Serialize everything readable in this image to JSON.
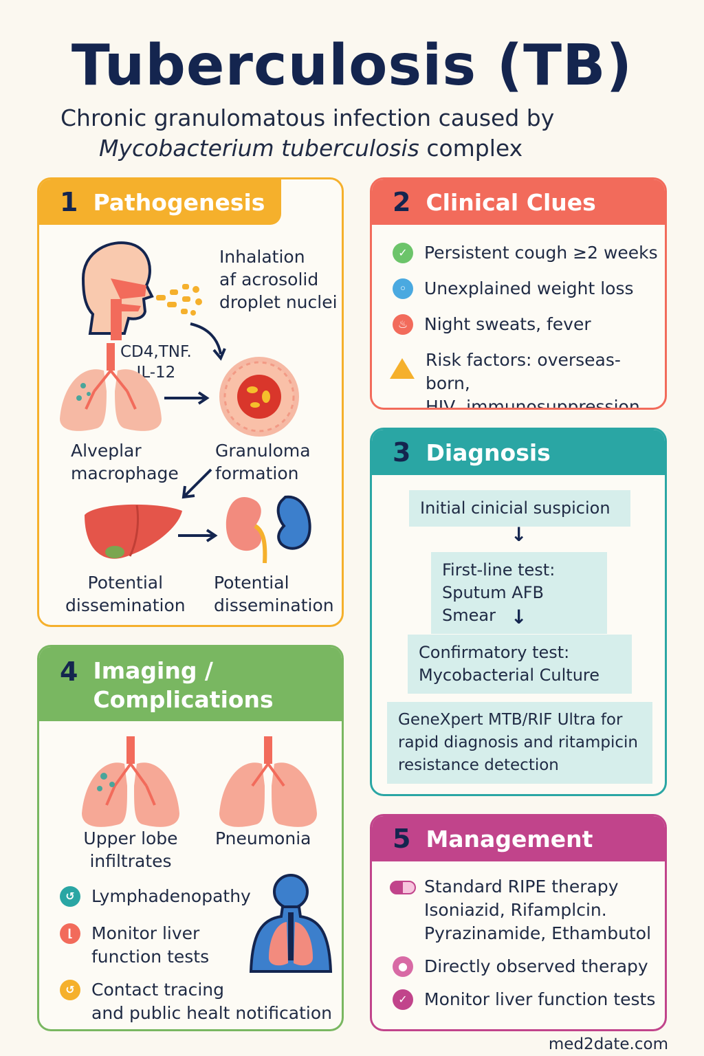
{
  "header": {
    "title": "Tuberculosis (TB)",
    "subtitle_line1": "Chronic granulomatous infection caused by",
    "subtitle_line2_italic": "Mycobacterium tuberculosis",
    "subtitle_line2_rest": " complex"
  },
  "pathogenesis": {
    "number": "1",
    "title": "Pathogenesis",
    "inhalation": [
      "Inhalation",
      "af acrosolid",
      "droplet nuclei"
    ],
    "cytokines": [
      "CD4,TNF.",
      "IL-12"
    ],
    "macrophage": [
      "Alveplar",
      "macrophage"
    ],
    "granuloma": [
      "Granuloma",
      "formation"
    ],
    "dissemination_left": [
      "Potential",
      "dissemination"
    ],
    "dissemination_right": [
      "Potential",
      "dissemination"
    ],
    "icons": [
      "head-icon",
      "aerosol-droplets-icon",
      "lungs-icon",
      "granuloma-icon",
      "liver-icon",
      "kidney-icon"
    ]
  },
  "clinical_clues": {
    "number": "2",
    "title": "Clinical Clues",
    "items": [
      {
        "text": "Persistent cough ≥2 weeks",
        "icon": "check-icon",
        "color": "#6cc46a"
      },
      {
        "text": "Unexplained weight loss",
        "icon": "scale-icon",
        "color": "#4aa9e0"
      },
      {
        "text": "Night sweats, fever",
        "icon": "thermometer-icon",
        "color": "#f26b5b"
      },
      {
        "text": "Risk factors: overseas-born,",
        "text2": "HIV, immunosuppression",
        "icon": "warning-icon",
        "color": "#f5b02c"
      }
    ]
  },
  "diagnosis": {
    "number": "3",
    "title": "Diagnosis",
    "step1": "Initial cinicial suspicion",
    "step2": [
      "First-line test:",
      "Sputum AFB Smear"
    ],
    "step3": [
      "Confirmatory test:",
      "Mycobacterial Culture"
    ],
    "note": [
      "GeneXpert MTB/RIF Ultra for",
      "rapid diagnosis and ritampicin",
      "resistance detection"
    ]
  },
  "imaging": {
    "number": "4",
    "title_line1": "Imaging /",
    "title_line2": "Complications",
    "image1": [
      "Upper lobe",
      "infiltrates"
    ],
    "image2": "Pneumonia",
    "items": [
      {
        "text": "Lymphadenopathy",
        "color": "#2aa6a4"
      },
      {
        "text": "Monitor liver",
        "text2": "function tests",
        "color": "#f26b5b"
      },
      {
        "text": "Contact tracing",
        "text2": "and public healt notification",
        "color": "#f5b02c"
      }
    ]
  },
  "management": {
    "number": "5",
    "title": "Management",
    "items": [
      {
        "text": "Standard RIPE therapy",
        "text2": "Isoniazid, Rifamplcin.",
        "text3": "Pyrazinamide, Ethambutol",
        "icon": "pill-icon",
        "color": "#c1448b"
      },
      {
        "text": "Directly observed therapy",
        "icon": "person-icon",
        "color": "#d86aa5"
      },
      {
        "text": "Monitor liver function tests",
        "icon": "checkmark-icon",
        "color": "#c1448b"
      }
    ]
  },
  "footer": {
    "site": "med2date.com"
  }
}
